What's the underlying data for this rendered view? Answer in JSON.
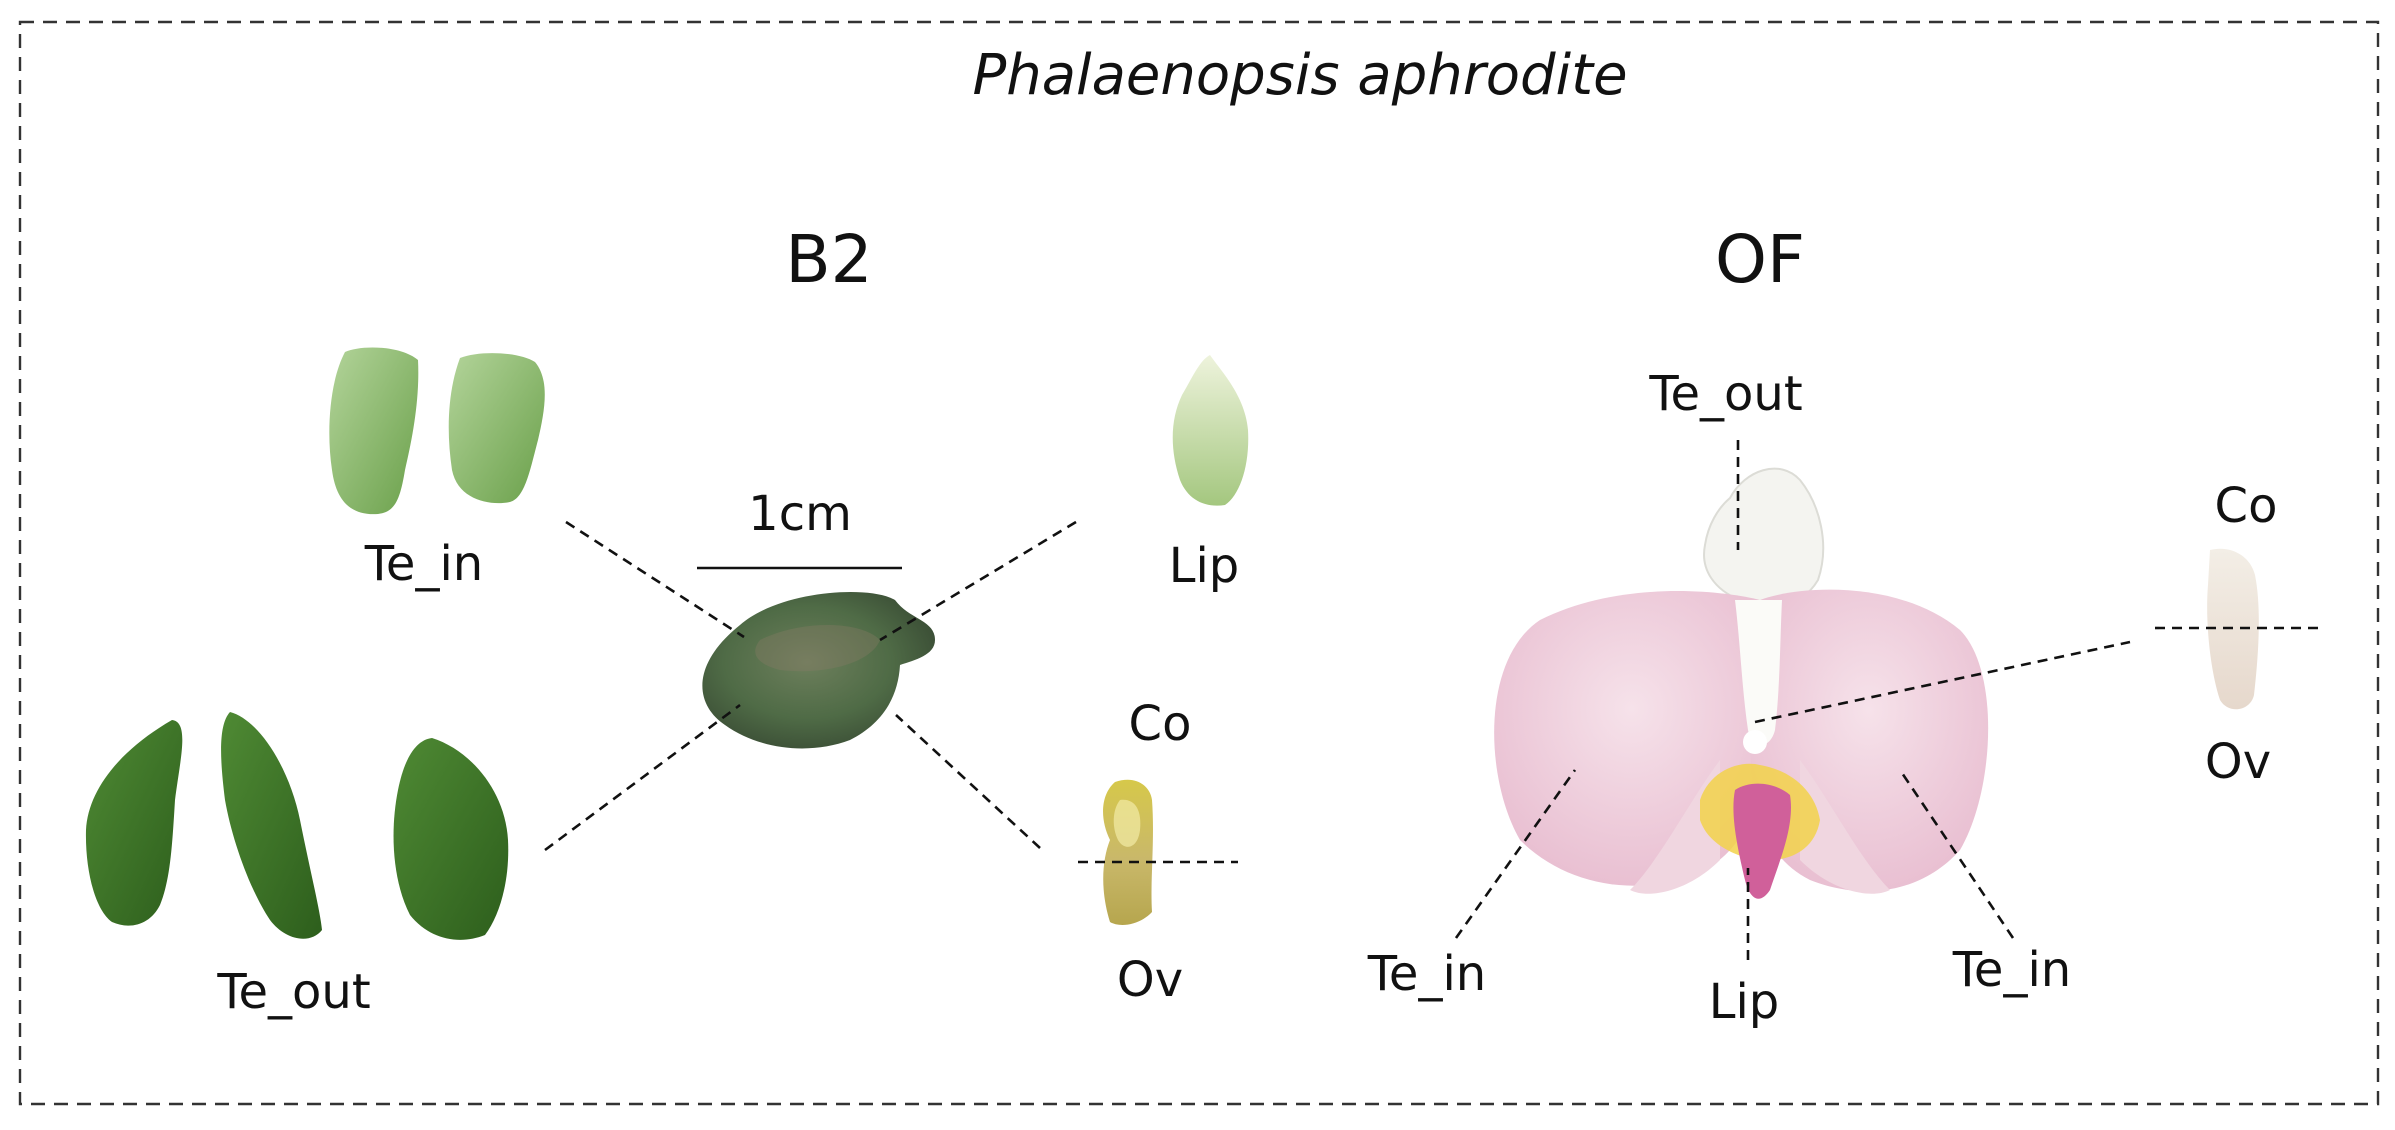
{
  "title": "Phalaenopsis aphrodite",
  "colors": {
    "bud_green": "#4f6b46",
    "tepal_green": "#3f7a2a",
    "light_green": "#a8c98a",
    "petal_pink": "#f1d3de",
    "white_sepal": "#f4f4f0",
    "lip_yellow": "#f2d24a",
    "lip_pink": "#d0609a"
  },
  "panels": {
    "b2": {
      "heading": "B2",
      "scale_bar": "1cm",
      "te_in": "Te_in",
      "lip": "Lip",
      "te_out": "Te_out",
      "co": "Co",
      "ov": "Ov"
    },
    "of": {
      "heading": "OF",
      "te_out": "Te_out",
      "co": "Co",
      "ov": "Ov",
      "te_in_left": "Te_in",
      "lip": "Lip",
      "te_in_right": "Te_in"
    }
  }
}
